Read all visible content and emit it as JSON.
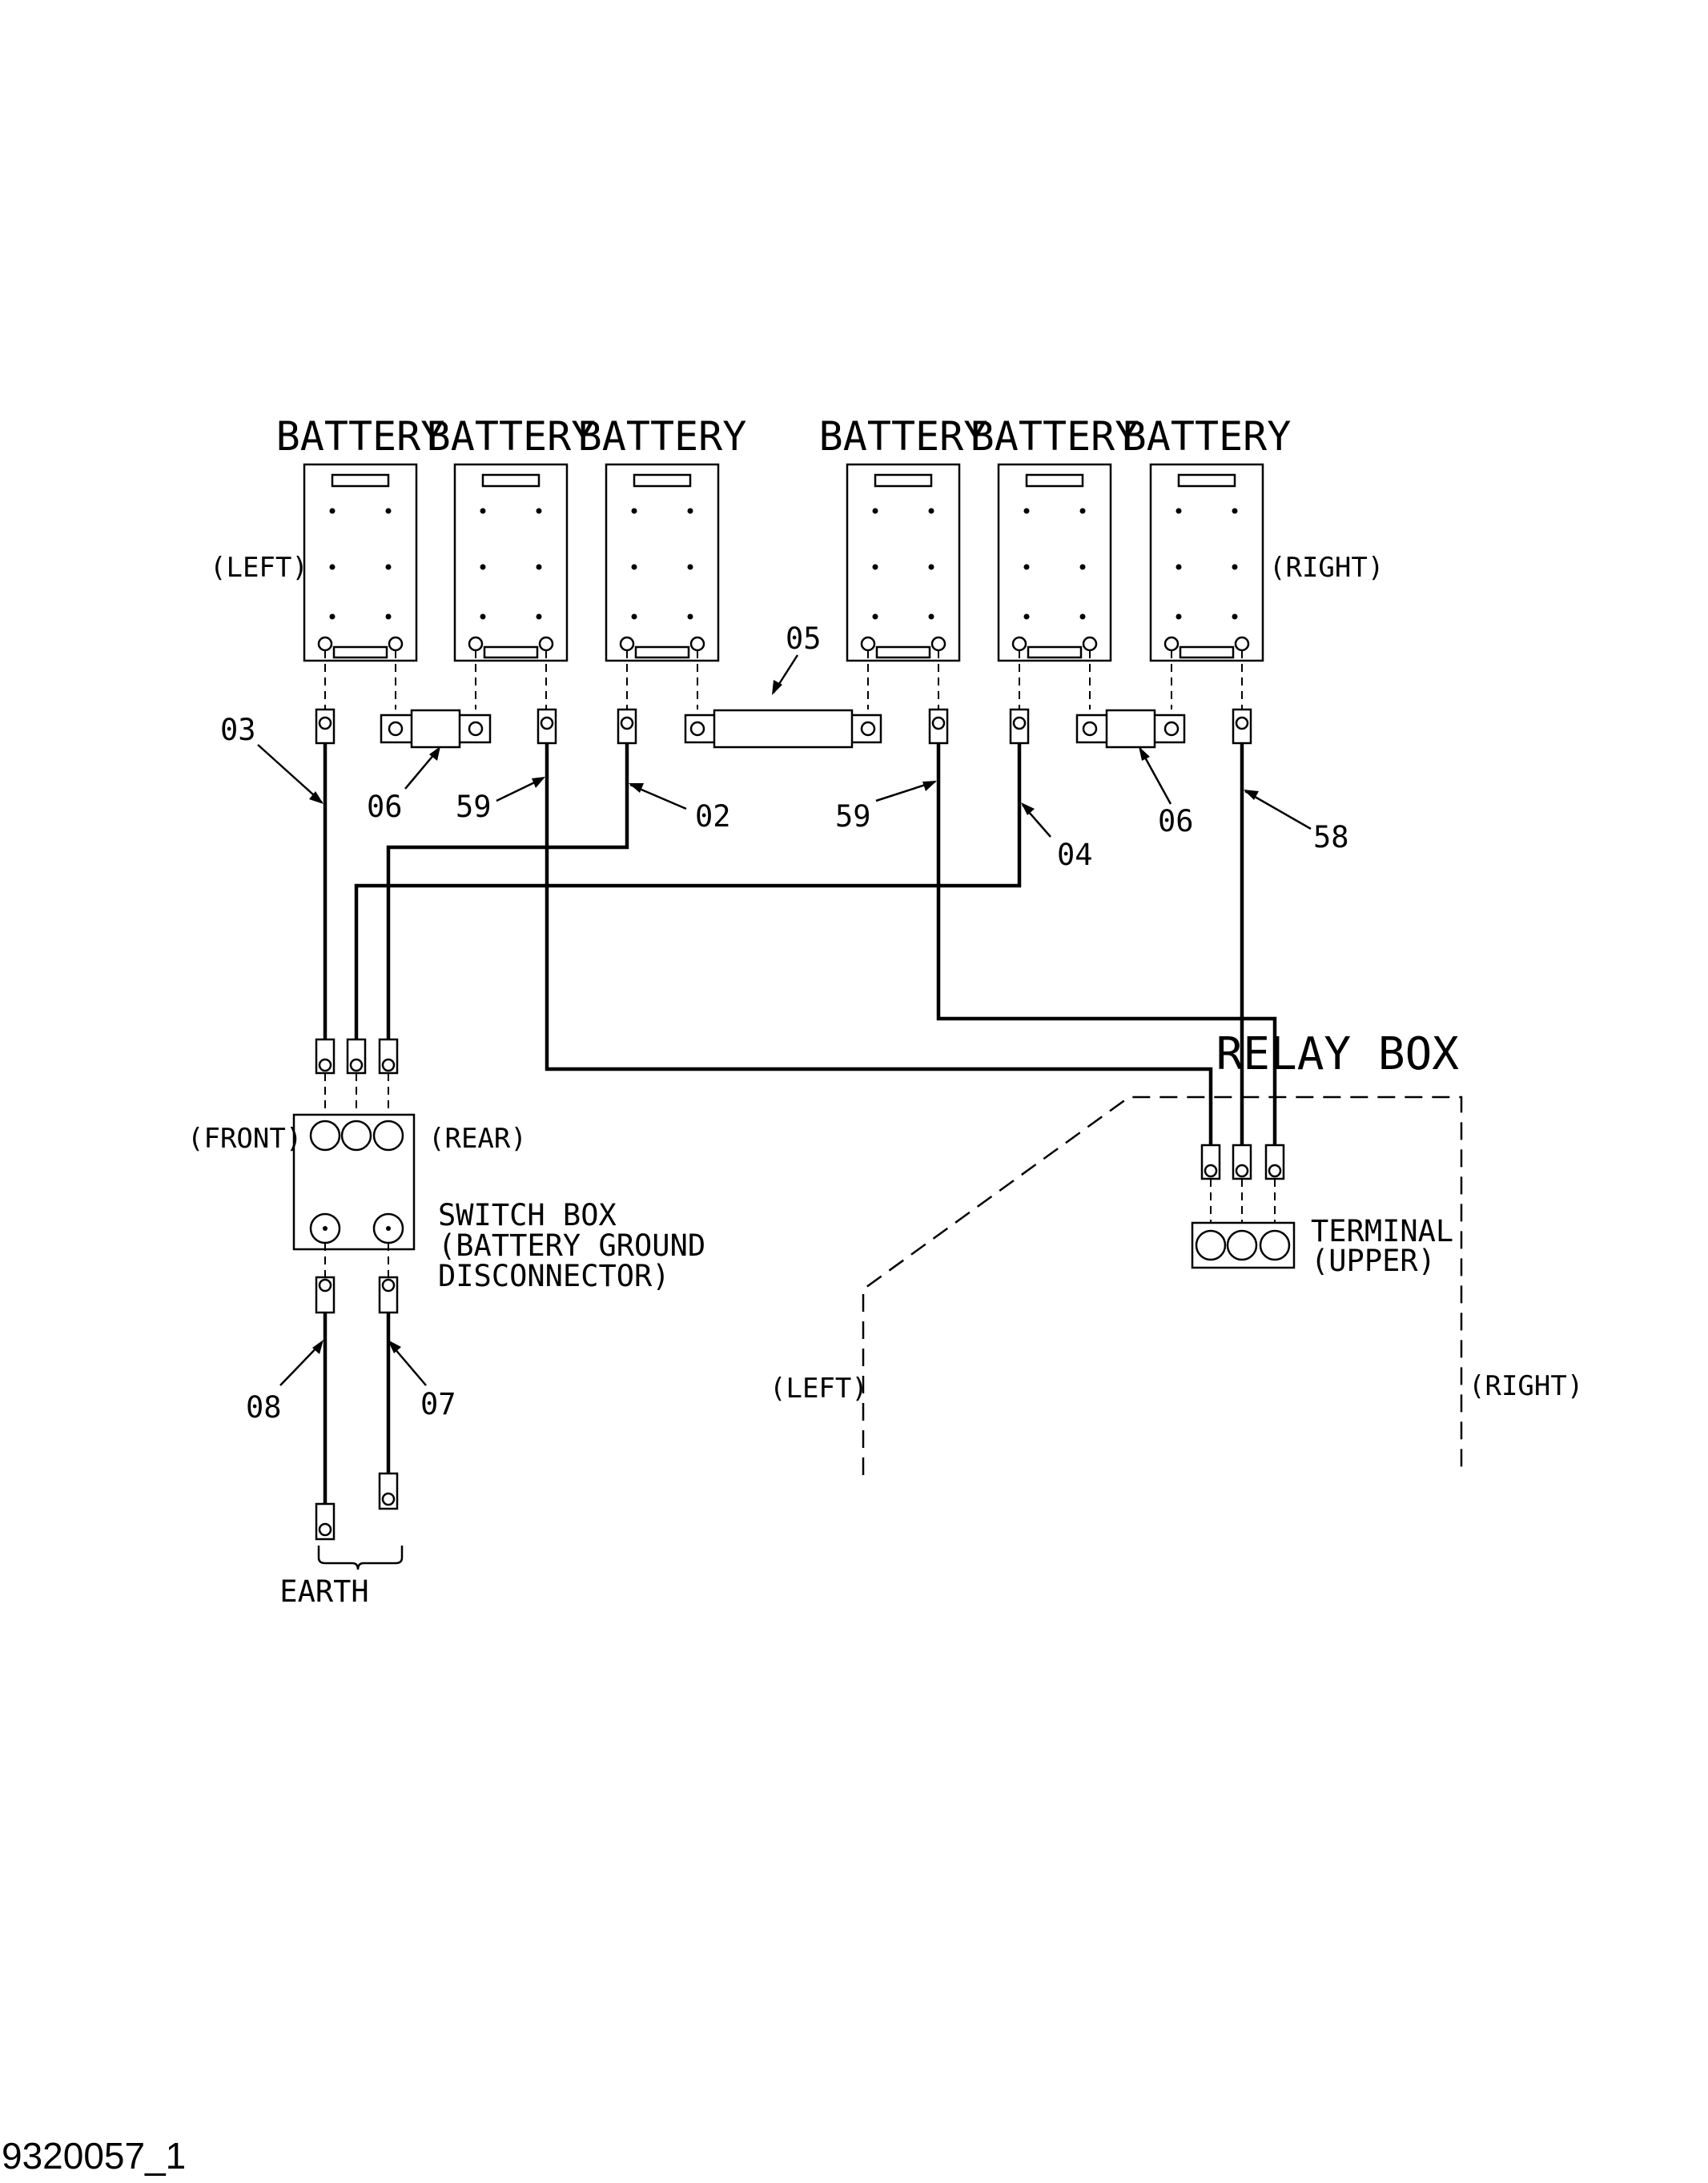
{
  "batteries": {
    "label": "BATTERY",
    "left_side_label": "(LEFT)",
    "right_side_label": "(RIGHT)"
  },
  "callouts": [
    "03",
    "06",
    "59",
    "02",
    "05",
    "59",
    "04",
    "06",
    "58",
    "08",
    "07"
  ],
  "switch_box": {
    "front_label": "(FRONT)",
    "rear_label": "(REAR)",
    "title_lines": [
      "SWITCH BOX",
      "(BATTERY GROUND",
      "DISCONNECTOR)"
    ]
  },
  "relay_box": {
    "title": "RELAY BOX",
    "left_label": "(LEFT)",
    "right_label": "(RIGHT)",
    "terminal_lines": [
      "TERMINAL",
      "(UPPER)"
    ]
  },
  "earth_label": "EARTH",
  "document_id": "9320057_1"
}
